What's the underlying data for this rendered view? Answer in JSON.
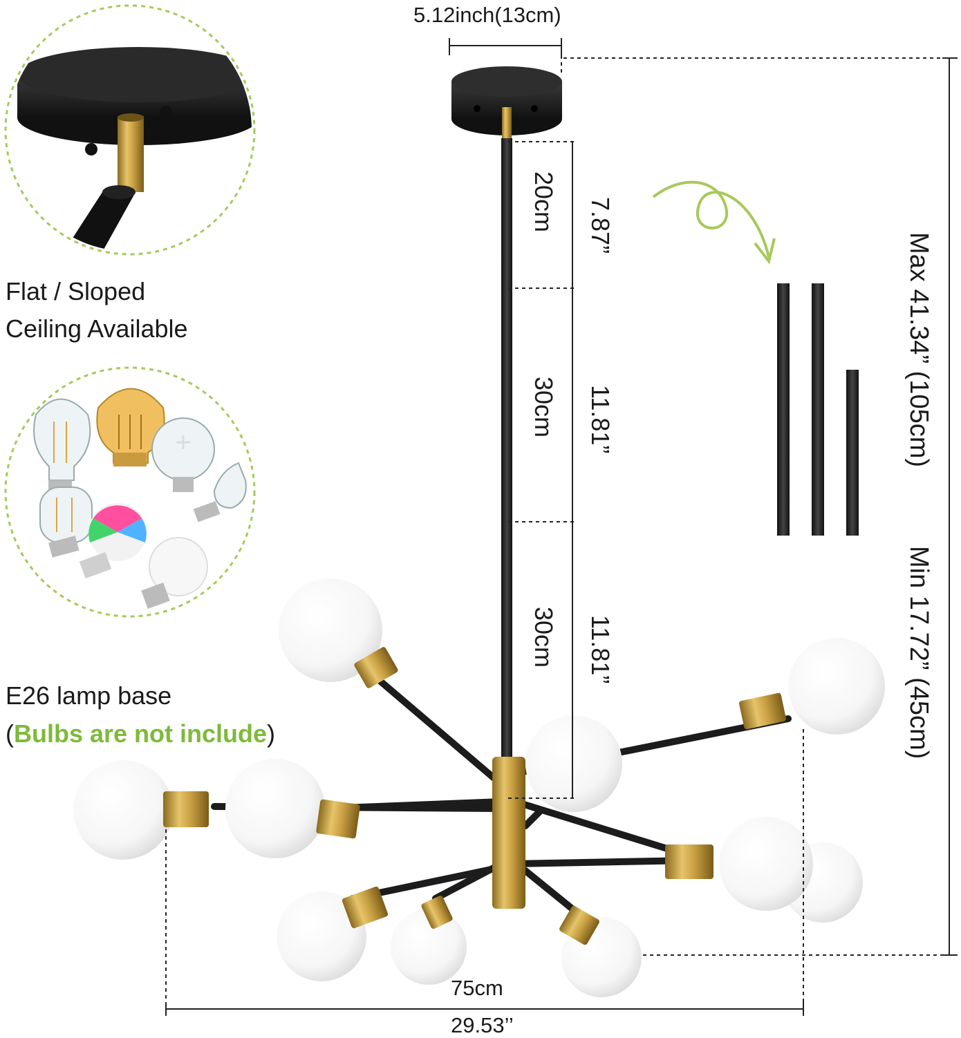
{
  "labels": {
    "ceiling_width": "5.12inch(13cm)",
    "rod1_cm": "20cm",
    "rod1_in": "7.87”",
    "rod2_cm": "30cm",
    "rod2_in": "11.81”",
    "rod3_cm": "30cm",
    "rod3_in": "11.81”",
    "max_height": "Max 41.34” (105cm)",
    "min_height": "Min 17.72” (45cm)",
    "width_cm": "75cm",
    "width_in": "29.53’’"
  },
  "features": {
    "ceiling_line1": "Flat / Sloped",
    "ceiling_line2": "Ceiling Available",
    "base_label": "E26 lamp base",
    "bulbs_open": "(",
    "bulbs_note": "Bulbs are not include",
    "bulbs_close": ")"
  },
  "colors": {
    "accent_green": "#7dba3a",
    "brass": "#c9a043",
    "black": "#1c1c1c",
    "bulb_white": "#f7f7f7"
  }
}
